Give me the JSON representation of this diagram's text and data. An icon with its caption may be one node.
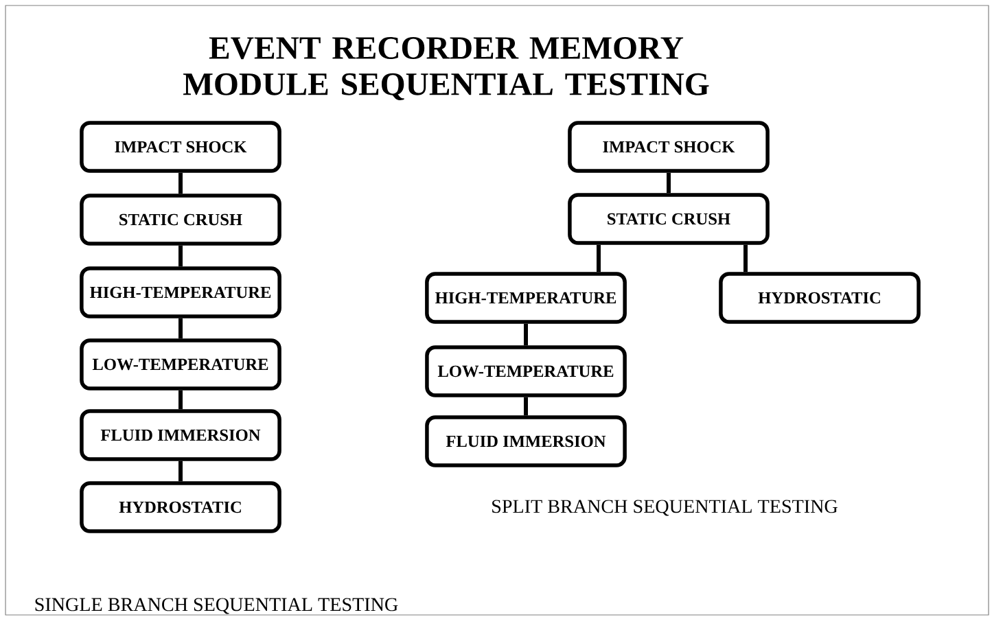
{
  "diagram": {
    "title": "EVENT RECORDER MEMORY MODULE SEQUENTIAL TESTING",
    "nodes": [
      {
        "text": [
          "IMPACT SHOCK"
        ]
      },
      {
        "text": [
          "STATIC CRUSH"
        ]
      },
      {
        "text": [
          "HIGH-TEMPERATURE"
        ]
      },
      {
        "text": [
          "LOW-TEMPERATURE"
        ]
      },
      {
        "text": [
          "FLUID IMMERSION"
        ]
      },
      {
        "text": [
          "HYDROSTATIC"
        ]
      },
      {
        "text": [
          "IMPACT SHOCK"
        ]
      },
      {
        "text": [
          "STATIC CRUSH"
        ]
      },
      {
        "text": [
          "HIGH-TEMPERATURE"
        ]
      },
      {
        "text": [
          "LOW-TEMPERATURE"
        ]
      },
      {
        "text": [
          "FLUID IMMERSION"
        ]
      },
      {
        "text": [
          "HYDROSTATIC"
        ]
      }
    ],
    "edges": [
      {
        "from": 0,
        "to": 1,
        "arrow": "none"
      },
      {
        "from": 1,
        "to": 2,
        "arrow": "none"
      },
      {
        "from": 2,
        "to": 3,
        "arrow": "none"
      },
      {
        "from": 3,
        "to": 4,
        "arrow": "none"
      },
      {
        "from": 4,
        "to": 5,
        "arrow": "none"
      },
      {
        "from": 6,
        "to": 7,
        "arrow": "none"
      },
      {
        "from": 7,
        "to": 8,
        "arrow": "none"
      },
      {
        "from": 7,
        "to": 11,
        "arrow": "none"
      },
      {
        "from": 8,
        "to": 9,
        "arrow": "none"
      },
      {
        "from": 9,
        "to": 10,
        "arrow": "none"
      }
    ],
    "labels": [
      "SPLIT BRANCH SEQUENTIAL TESTING",
      "SINGLE BRANCH SEQUENTIAL TESTING"
    ]
  }
}
